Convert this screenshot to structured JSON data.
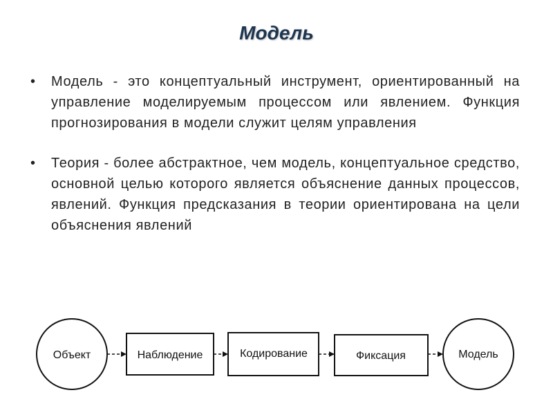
{
  "slide": {
    "title": "Модель",
    "bullets": [
      "Модель - это концептуальный инструмент, ориентированный на управление моделируемым процессом или явлением. Функция прогнозирования в модели служит целям управления",
      "Теория - более абстрактное, чем модель, концептуальное средство, основной целью которого является объяснение данных процессов, явлений. Функция предсказания в теории ориентирована на цели объяснения явлений"
    ]
  },
  "diagram": {
    "nodes": [
      {
        "id": "object",
        "shape": "circle",
        "label": "Объект"
      },
      {
        "id": "observation",
        "shape": "rect",
        "label": "Наблюдение"
      },
      {
        "id": "coding",
        "shape": "rect",
        "label": "Кодирование"
      },
      {
        "id": "fixation",
        "shape": "rect",
        "label": "Фиксация"
      },
      {
        "id": "model",
        "shape": "circle",
        "label": "Модель"
      }
    ],
    "edges": [
      {
        "from": "object",
        "to": "observation"
      },
      {
        "from": "observation",
        "to": "coding"
      },
      {
        "from": "coding",
        "to": "fixation"
      },
      {
        "from": "fixation",
        "to": "model"
      }
    ]
  },
  "colors": {
    "title": "#1d3550",
    "text": "#222222",
    "stroke": "#111111"
  }
}
